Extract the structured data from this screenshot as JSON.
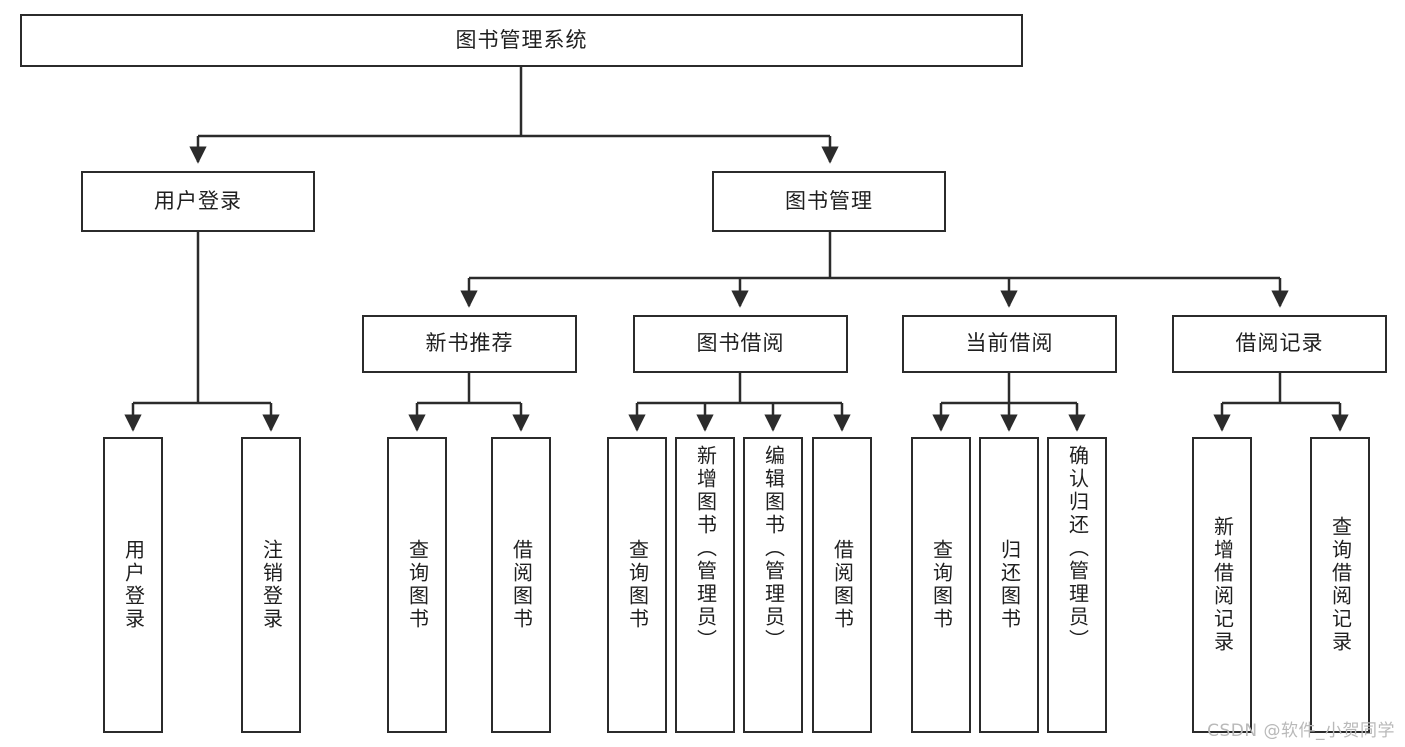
{
  "diagram": {
    "type": "tree-hierarchy",
    "title": "图书管理系统",
    "watermark": "CSDN @软件_小贺同学",
    "colors": {
      "box_border": "#2b2b2b",
      "box_fill": "#ffffff",
      "connector": "#2b2b2b",
      "text": "#1f1f1f",
      "watermark": "#b9b9b9"
    },
    "root": {
      "id": "root",
      "label": "图书管理系统"
    },
    "level2": [
      {
        "id": "user-login",
        "label": "用户登录"
      },
      {
        "id": "book-manage",
        "label": "图书管理"
      }
    ],
    "level3": [
      {
        "id": "new-book-rec",
        "label": "新书推荐",
        "parent": "book-manage"
      },
      {
        "id": "book-borrow",
        "label": "图书借阅",
        "parent": "book-manage"
      },
      {
        "id": "current-borrow",
        "label": "当前借阅",
        "parent": "book-manage"
      },
      {
        "id": "borrow-record",
        "label": "借阅记录",
        "parent": "book-manage"
      }
    ],
    "leaves": {
      "user_login": [
        {
          "id": "leaf-user-login",
          "label": "用户登录"
        },
        {
          "id": "leaf-user-logout",
          "label": "注销登录"
        }
      ],
      "new_book_rec": [
        {
          "id": "leaf-query-book-1",
          "label": "查询图书"
        },
        {
          "id": "leaf-borrow-book-1",
          "label": "借阅图书"
        }
      ],
      "book_borrow": [
        {
          "id": "leaf-query-book-2",
          "label": "查询图书"
        },
        {
          "id": "leaf-add-book",
          "label": "新增图书（管理员）"
        },
        {
          "id": "leaf-edit-book",
          "label": "编辑图书（管理员）"
        },
        {
          "id": "leaf-borrow-book-2",
          "label": "借阅图书"
        }
      ],
      "current_borrow": [
        {
          "id": "leaf-query-book-3",
          "label": "查询图书"
        },
        {
          "id": "leaf-return-book",
          "label": "归还图书"
        },
        {
          "id": "leaf-confirm-return",
          "label": "确认归还（管理员）"
        }
      ],
      "borrow_record": [
        {
          "id": "leaf-add-record",
          "label": "新增借阅记录"
        },
        {
          "id": "leaf-query-record",
          "label": "查询借阅记录"
        }
      ]
    }
  }
}
